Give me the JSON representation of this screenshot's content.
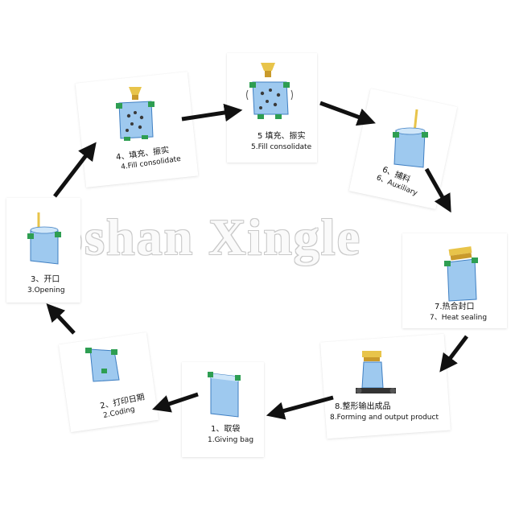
{
  "watermark": "Foshan Xingle",
  "steps": [
    {
      "id": 1,
      "zh": "1、取袋",
      "en": "1.Giving bag"
    },
    {
      "id": 2,
      "zh": "2、打印日期",
      "en": "2.Coding"
    },
    {
      "id": 3,
      "zh": "3、开口",
      "en": "3.Opening"
    },
    {
      "id": 4,
      "zh": "4、填充、振实",
      "en": "4.Fill consolidate"
    },
    {
      "id": 5,
      "zh": "5 填充、振实",
      "en": "5.Fill consolidate"
    },
    {
      "id": 6,
      "zh": "6、捕料",
      "en": "6、Auxiliary"
    },
    {
      "id": 7,
      "zh": "7.热合封口",
      "en": "7、Heat sealing"
    },
    {
      "id": 8,
      "zh": "8.整形输出成品",
      "en": "8.Forming and output product"
    }
  ],
  "colors": {
    "bag": "#9ec9ef",
    "bag_edge": "#3f7fc2",
    "clip": "#2e9e52",
    "hopper": "#e8c44a",
    "arrow": "#111111"
  }
}
